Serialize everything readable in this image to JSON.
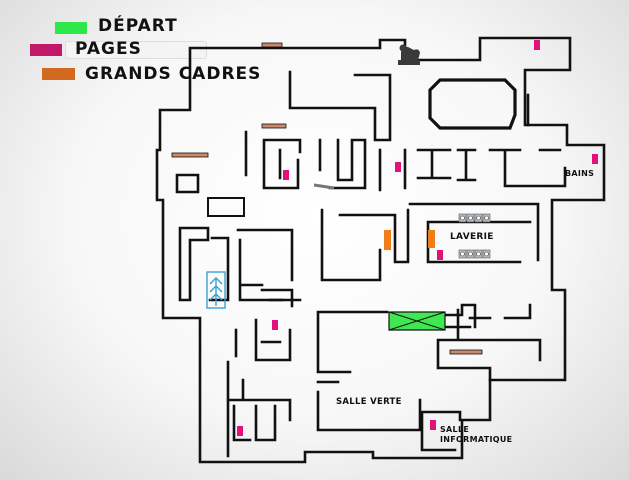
{
  "legend": {
    "items": [
      {
        "key": "depart",
        "label": "DÉPART",
        "color": "#2ee84a"
      },
      {
        "key": "pages",
        "label": "PAGES",
        "color": "#c2186a"
      },
      {
        "key": "cadres",
        "label": "GRANDS CADRES",
        "color": "#d2691e"
      }
    ]
  },
  "rooms": {
    "bains": "BAINS",
    "laverie": "LAVERIE",
    "salle_verte": "SALLE VERTE",
    "salle_info_line1": "SALLE",
    "salle_info_line2": "INFORMATIQUE"
  },
  "colors": {
    "wall": "#111111",
    "page_marker": "#e0137a",
    "frame_marker": "#c98a6c",
    "orange_door": "#ef7d1a",
    "start_zone": "#3ee852",
    "stairs": "#3aa0d8",
    "washer": "#b9bfc6"
  },
  "icons": {
    "statue": "lion-statue-icon",
    "stairs": "stairs-icon",
    "start": "start-zone-cross-icon"
  }
}
